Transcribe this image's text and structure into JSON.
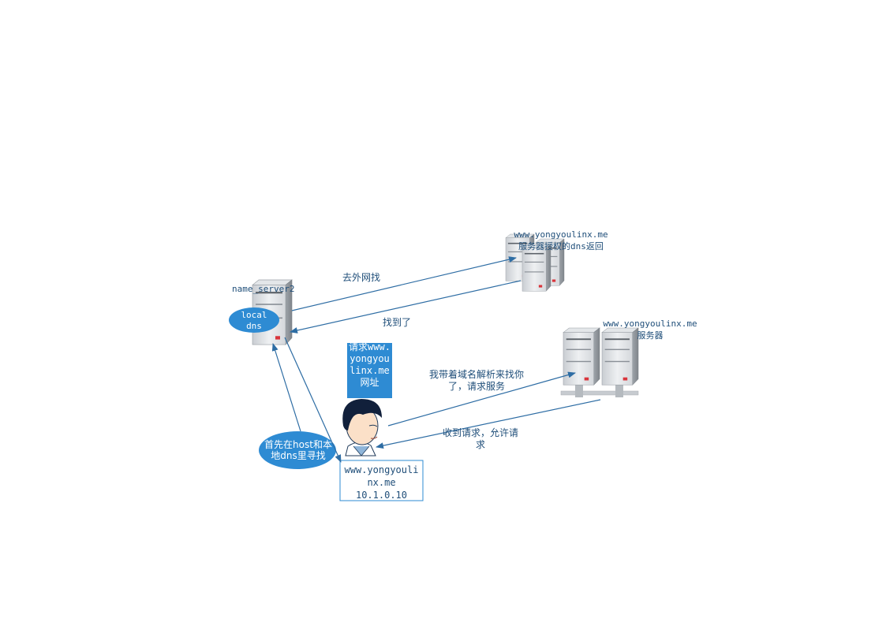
{
  "nodes": {
    "name_server": {
      "title": "name_server2",
      "badge": "local\ndns"
    },
    "auth_dns": {
      "label": "www.yongyoulinx.me服务器授权的dns返回"
    },
    "web_server": {
      "label": "www.yongyoulinx.me\n服务器"
    },
    "client_request": {
      "label": "请求www.yongyoulinx.me网址"
    },
    "client_address": {
      "line1": "www.yongyouli",
      "line2": "nx.me",
      "line3": "10.1.0.10"
    },
    "host_lookup": {
      "label": "首先在host和本地dns里寻找"
    }
  },
  "edges": {
    "to_external": "去外网找",
    "found": "找到了",
    "request_service": "我带着域名解析来找你了，请求服务",
    "received": "收到请求，允许请求"
  },
  "colors": {
    "arrow": "#2e6da4",
    "ellipse": "#2e8bd3",
    "request_box": "#2e8bd3",
    "text": "#1f4e79"
  }
}
